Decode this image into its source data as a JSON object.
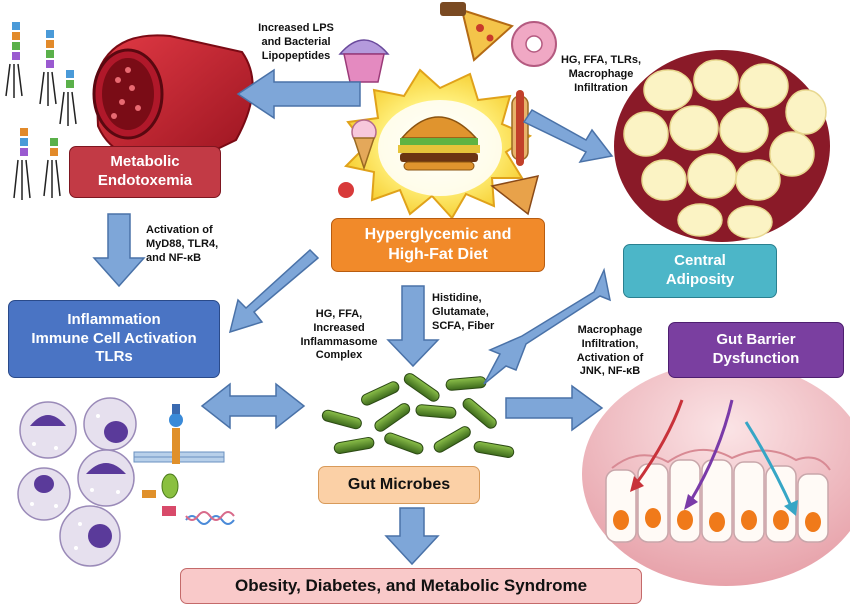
{
  "nodes": {
    "diet": "Hyperglycemic and\nHigh-Fat Diet",
    "endotoxemia": "Metabolic\nEndotoxemia",
    "inflammation": "Inflammation\nImmune Cell Activation\nTLRs",
    "microbes": "Gut Microbes",
    "adiposity": "Central\nAdiposity",
    "barrier": "Gut Barrier\nDysfunction",
    "outcome": "Obesity, Diabetes, and Metabolic Syndrome"
  },
  "labels": {
    "lps": "Increased LPS\nand Bacterial\nLipopeptides",
    "hg_top": "HG, FFA, TLRs,\nMacrophage\nInfiltration",
    "myd88": "Activation of\nMyD88, TLR4,\nand NF-κB",
    "hg_mid": "HG, FFA,\nIncreased\nInflammasome\nComplex",
    "histidine": "Histidine,\nGlutamate,\nSCFA, Fiber",
    "macrophage": "Macrophage\nInfiltration,\nActivation of\nJNK, NF-κB"
  },
  "colors": {
    "diet": "#f18a2a",
    "endotoxemia": "#c23a45",
    "inflammation": "#4a74c4",
    "microbes": "#fbd0a6",
    "adiposity": "#4cb6c8",
    "barrier": "#7a3fa0",
    "outcome": "#f9c9c9",
    "arrow": "#7ea6d8"
  }
}
